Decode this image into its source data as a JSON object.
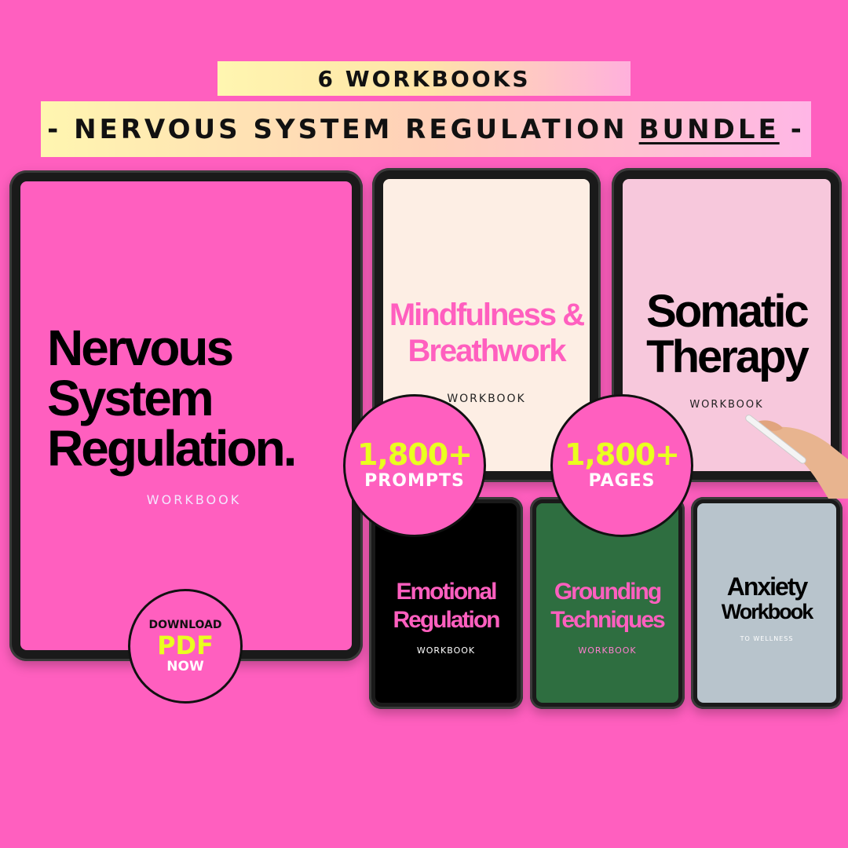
{
  "banner": {
    "line1": "6 WORKBOOKS",
    "line2_prefix": "- NERVOUS SYSTEM REGULATION",
    "line2_underlined": "BUNDLE",
    "line2_suffix": "-"
  },
  "workbooks": [
    {
      "title_lines": [
        "Nervous",
        "System",
        "Regulation."
      ],
      "subtitle": "WORKBOOK",
      "screen_color": "#ff5fbf",
      "title_color": "#000000"
    },
    {
      "title_lines": [
        "Mindfulness &",
        "Breathwork"
      ],
      "subtitle": "WORKBOOK",
      "screen_color": "#fdeee4",
      "title_color": "#ff5fbf"
    },
    {
      "title_lines": [
        "Somatic",
        "Therapy"
      ],
      "subtitle": "WORKBOOK",
      "screen_color": "#f7c8dc",
      "title_color": "#000000"
    },
    {
      "title_lines": [
        "Emotional",
        "Regulation"
      ],
      "subtitle": "WORKBOOK",
      "screen_color": "#000000",
      "title_color": "#ff5fbf"
    },
    {
      "title_lines": [
        "Grounding",
        "Techniques"
      ],
      "subtitle": "WORKBOOK",
      "screen_color": "#2e6e40",
      "title_color": "#ff5fbf"
    },
    {
      "title_lines": [
        "Anxiety",
        "Workbook"
      ],
      "subtitle": "TO WELLNESS",
      "screen_color": "#b8c4cc",
      "title_color": "#000000"
    }
  ],
  "badges": {
    "prompts": {
      "number": "1,800+",
      "label": "PROMPTS"
    },
    "pages": {
      "number": "1,800+",
      "label": "PAGES"
    },
    "download": {
      "line1": "DOWNLOAD",
      "line2": "PDF",
      "line3": "NOW"
    }
  },
  "colors": {
    "background": "#ff5fbf",
    "badge_number": "#eaff1f",
    "badge_label": "#ffffff"
  }
}
